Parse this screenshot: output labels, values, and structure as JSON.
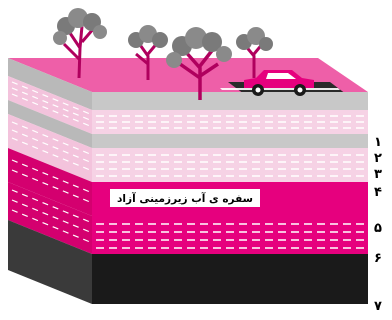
{
  "aquifer_label": "سفره ی آب زیرزمینی آزاد",
  "layer_numbers": [
    "۱",
    "۲",
    "۳",
    "۴",
    "۵",
    "۶",
    "۷"
  ],
  "colors": {
    "magenta": "#e6007e",
    "pink_top": "#ee5fa8",
    "light_pink": "#f6d2e5",
    "gray": "#c8c8c8",
    "dark_gray": "#4a4a4a",
    "black": "#1a1a1a",
    "road": "#2a2a2a"
  },
  "icons": [
    "tree-icon",
    "car-icon"
  ]
}
